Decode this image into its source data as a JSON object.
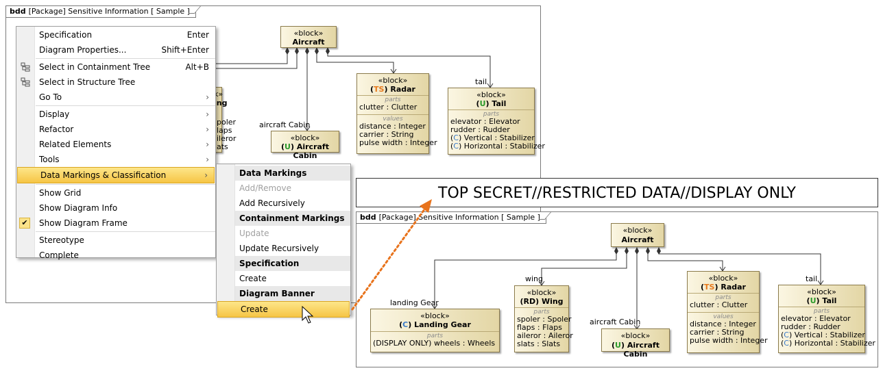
{
  "diagram_top": {
    "tab": {
      "kind": "bdd",
      "text": "[Package]  Sensitive Information [ Sample ]"
    },
    "blocks": {
      "aircraft": {
        "stereo": "«block»",
        "name": "Aircraft"
      },
      "radar": {
        "stereo": "«block»",
        "tag": "TS",
        "name": " Radar",
        "parts_title": "parts",
        "parts": [
          "clutter : Clutter"
        ],
        "values_title": "values",
        "values": [
          "distance : Integer",
          "carrier : String",
          "pulse width : Integer"
        ]
      },
      "tail": {
        "stereo": "«block»",
        "tag": "U",
        "name": " Tail",
        "parts_title": "parts",
        "parts": [
          "elevator : Elevator",
          "rudder : Rudder"
        ],
        "parts_c": [
          {
            "tag": "C",
            "text": " Vertical : Stabilizer"
          },
          {
            "tag": "C",
            "text": " Horizontal : Stabilizer"
          }
        ]
      },
      "cabin": {
        "stereo": "«block»",
        "tag": "U",
        "name": " Aircraft Cabin"
      },
      "wing_partial": {
        "frag1": "k»",
        "frag2": "ing",
        "attrs": [
          "poler",
          "laps",
          "ileror",
          "ats"
        ]
      }
    },
    "labels": {
      "tail": "tail",
      "cabin": "aircraft Cabin"
    }
  },
  "banner": {
    "text": "TOP SECRET//RESTRICTED DATA//DISPLAY ONLY"
  },
  "diagram_bottom": {
    "tab": {
      "kind": "bdd",
      "text": "[Package]  Sensitive Information [ Sample ]"
    },
    "blocks": {
      "aircraft": {
        "stereo": "«block»",
        "name": "Aircraft"
      },
      "landing": {
        "stereo": "«block»",
        "tag": "C",
        "name": " Landing Gear",
        "parts_title": "parts",
        "parts": [
          "(DISPLAY ONLY) wheels : Wheels"
        ]
      },
      "wing": {
        "stereo": "«block»",
        "tag": "RD",
        "name": " Wing",
        "parts_title": "parts",
        "parts": [
          "spoler : Spoler",
          "flaps : Flaps",
          "aileror : Aileror",
          "slats : Slats"
        ]
      },
      "cabin": {
        "stereo": "«block»",
        "tag": "U",
        "name": " Aircraft Cabin"
      },
      "radar": {
        "stereo": "«block»",
        "tag": "TS",
        "name": " Radar",
        "parts_title": "parts",
        "parts": [
          "clutter : Clutter"
        ],
        "values_title": "values",
        "values": [
          "distance : Integer",
          "carrier : String",
          "pulse width : Integer"
        ]
      },
      "tail": {
        "stereo": "«block»",
        "tag": "U",
        "name": " Tail",
        "parts_title": "parts",
        "parts": [
          "elevator : Elevator",
          "rudder : Rudder"
        ],
        "parts_c": [
          {
            "tag": "C",
            "text": " Vertical : Stabilizer"
          },
          {
            "tag": "C",
            "text": " Horizontal : Stabilizer"
          }
        ]
      }
    },
    "labels": {
      "landing": "landing Gear",
      "wing": "wing",
      "cabin": "aircraft Cabin",
      "tail": "tail"
    }
  },
  "context_menu": {
    "items": [
      {
        "label": "Specification",
        "shortcut": "Enter"
      },
      {
        "label": "Diagram Properties...",
        "shortcut": "Shift+Enter"
      },
      {
        "label": "Select in Containment Tree",
        "shortcut": "Alt+B",
        "icon": "containment-tree-icon"
      },
      {
        "label": "Select in Structure Tree",
        "icon": "structure-tree-icon"
      },
      {
        "label": "Go To",
        "arrow": "›"
      },
      {
        "label": "Display",
        "arrow": "›"
      },
      {
        "label": "Refactor",
        "arrow": "›"
      },
      {
        "label": "Related Elements",
        "arrow": "›"
      },
      {
        "label": "Tools",
        "arrow": "›"
      },
      {
        "label": "Data Markings & Classification",
        "arrow": "›"
      },
      {
        "label": "Show Grid"
      },
      {
        "label": "Show Diagram Info"
      },
      {
        "label": "Show Diagram Frame",
        "checked": true
      },
      {
        "label": "Stereotype"
      },
      {
        "label": "Complete"
      }
    ]
  },
  "submenu": {
    "sections": [
      {
        "header": "Data Markings",
        "items": [
          "Add/Remove",
          "Add Recursively"
        ]
      },
      {
        "header": "Containment Markings",
        "items": [
          "Update",
          "Update Recursively"
        ]
      },
      {
        "header": "Specification",
        "items": [
          "Create"
        ]
      },
      {
        "header": "Diagram Banner",
        "items": [
          "Create"
        ]
      }
    ]
  }
}
